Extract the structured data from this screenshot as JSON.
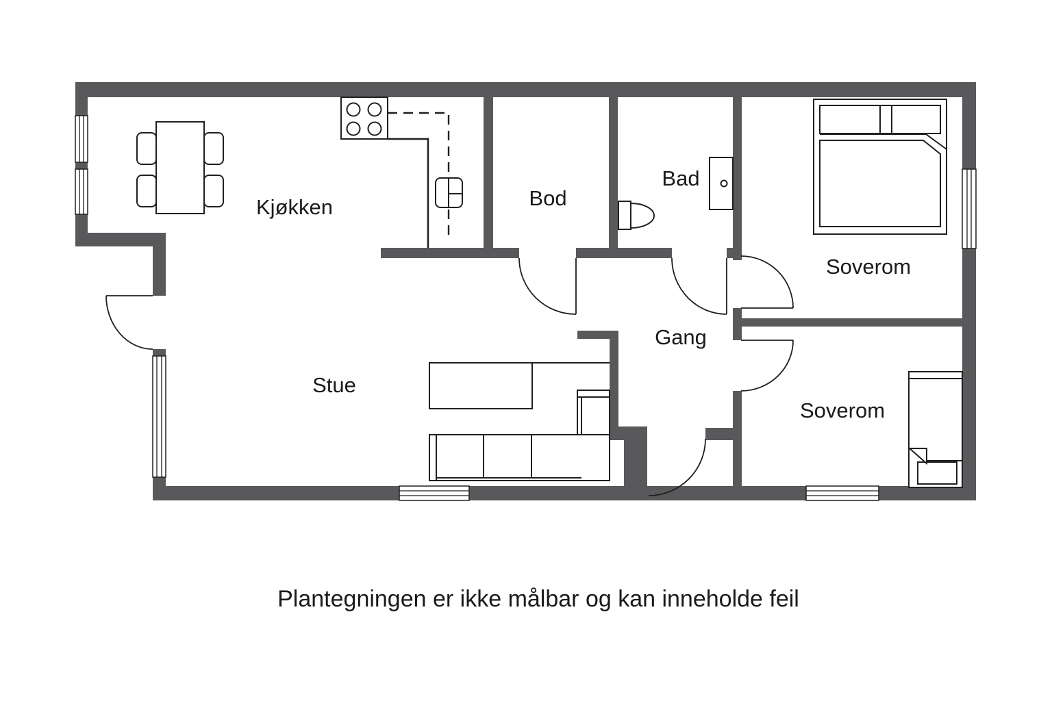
{
  "plan": {
    "caption": "Plantegningen er ikke målbar og kan inneholde feil",
    "colors": {
      "wall": "#59595b",
      "line": "#1f1f1f",
      "text": "#1a1a1a",
      "background": "#ffffff"
    },
    "rooms": [
      {
        "name": "kjokken",
        "label": "Kjøkken"
      },
      {
        "name": "bod",
        "label": "Bod"
      },
      {
        "name": "bad",
        "label": "Bad"
      },
      {
        "name": "soverom-1",
        "label": "Soverom"
      },
      {
        "name": "gang",
        "label": "Gang"
      },
      {
        "name": "stue",
        "label": "Stue"
      },
      {
        "name": "soverom-2",
        "label": "Soverom"
      }
    ],
    "furniture": [
      "dining-table",
      "dining-chairs",
      "stove",
      "kitchen-counter",
      "kitchen-sink",
      "toilet",
      "bathroom-sink",
      "double-bed",
      "single-bed",
      "sofa",
      "coffee-table"
    ]
  }
}
